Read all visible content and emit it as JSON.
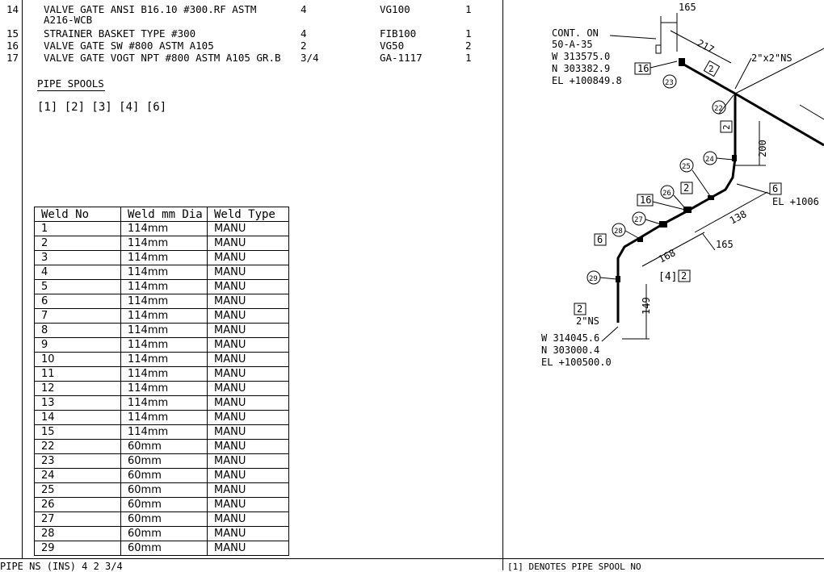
{
  "bom_rows": [
    {
      "no": "14",
      "desc": "VALVE GATE ANSI B16.10 #300.RF ASTM",
      "desc2": "A216-WCB",
      "size": "4",
      "code": "VG100",
      "qty": "1"
    },
    {
      "no": "15",
      "desc": "STRAINER BASKET TYPE #300",
      "desc2": "",
      "size": "4",
      "code": "FIB100",
      "qty": "1"
    },
    {
      "no": "16",
      "desc": "VALVE GATE SW #800 ASTM A105",
      "desc2": "",
      "size": "2",
      "code": "VG50",
      "qty": "2"
    },
    {
      "no": "17",
      "desc": "VALVE GATE VOGT NPT #800 ASTM A105 GR.B",
      "desc2": "",
      "size": "3/4",
      "code": "GA-1117",
      "qty": "1"
    }
  ],
  "pipe_spools": {
    "heading": "PIPE SPOOLS",
    "list": "[1] [2] [3] [4] [6]"
  },
  "weld_table": {
    "headers": [
      "Weld No",
      "Weld mm Dia",
      "Weld Type"
    ],
    "rows": [
      [
        "1",
        "114mm",
        "MANU"
      ],
      [
        "2",
        "114mm",
        "MANU"
      ],
      [
        "3",
        "114mm",
        "MANU"
      ],
      [
        "4",
        "114mm",
        "MANU"
      ],
      [
        "5",
        "114mm",
        "MANU"
      ],
      [
        "6",
        "114mm",
        "MANU"
      ],
      [
        "7",
        "114mm",
        "MANU"
      ],
      [
        "8",
        "114mm",
        "MANU"
      ],
      [
        "9",
        "114mm",
        "MANU"
      ],
      [
        "10",
        "114mm",
        "MANU"
      ],
      [
        "11",
        "114mm",
        "MANU"
      ],
      [
        "12",
        "114mm",
        "MANU"
      ],
      [
        "13",
        "114mm",
        "MANU"
      ],
      [
        "14",
        "114mm",
        "MANU"
      ],
      [
        "15",
        "114mm",
        "MANU"
      ],
      [
        "22",
        "60mm",
        "MANU"
      ],
      [
        "23",
        "60mm",
        "MANU"
      ],
      [
        "24",
        "60mm",
        "MANU"
      ],
      [
        "25",
        "60mm",
        "MANU"
      ],
      [
        "26",
        "60mm",
        "MANU"
      ],
      [
        "27",
        "60mm",
        "MANU"
      ],
      [
        "28",
        "60mm",
        "MANU"
      ],
      [
        "29",
        "60mm",
        "MANU"
      ]
    ]
  },
  "footer": {
    "left": "PIPE NS (INS)    4     2    3/4",
    "right": "[1] DENOTES PIPE SPOOL NO"
  },
  "iso": {
    "cont_on": [
      "CONT. ON",
      "50-A-35",
      "W 313575.0",
      "N 303382.9",
      "EL +100849.8"
    ],
    "end_coords": [
      "W 314045.6",
      "N 303000.4",
      "EL +100500.0"
    ],
    "el_right": "EL +1006",
    "ns_top": "2\"x2\"NS",
    "ns_bottom": "2\"NS",
    "spool_note": "[4]",
    "dims": {
      "d165a": "165",
      "d217": "217",
      "d200": "200",
      "d138": "138",
      "d165b": "165",
      "d168": "168",
      "d149": "149"
    },
    "welds": [
      "22",
      "23",
      "24",
      "25",
      "26",
      "27",
      "28",
      "29"
    ],
    "boxes": {
      "b16a": "16",
      "b16b": "16",
      "b2a": "2",
      "b2b": "2",
      "b2c": "2",
      "b2d": "2",
      "b2e": "2",
      "b6a": "6",
      "b6b": "6"
    }
  }
}
